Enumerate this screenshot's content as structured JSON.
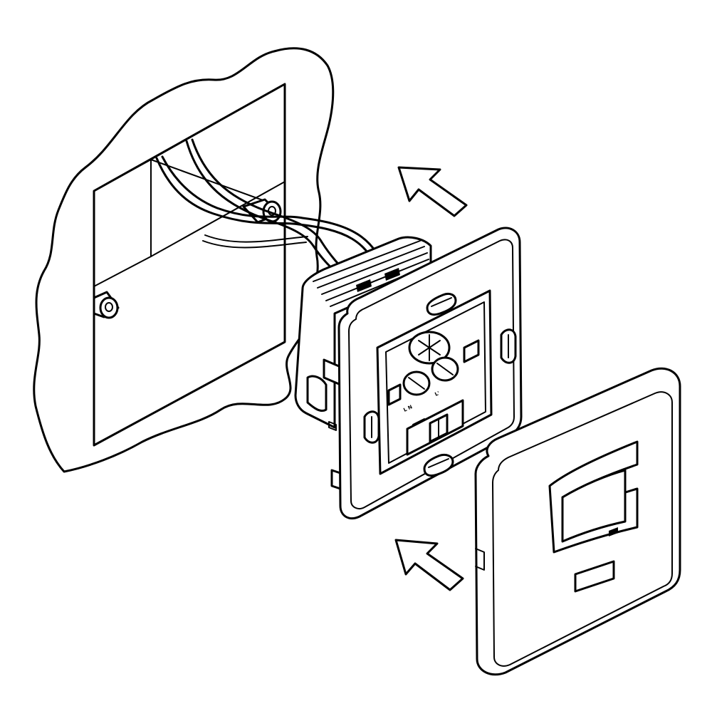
{
  "figure": {
    "kind": "installation-diagram",
    "line_color": "#000000",
    "background_color": "#ffffff"
  },
  "module": {
    "terminal_labels": [
      "L N",
      "L'"
    ]
  },
  "arrows": [
    {
      "id": "arrow-upper",
      "direction": "up-left"
    },
    {
      "id": "arrow-lower",
      "direction": "up-left"
    }
  ]
}
